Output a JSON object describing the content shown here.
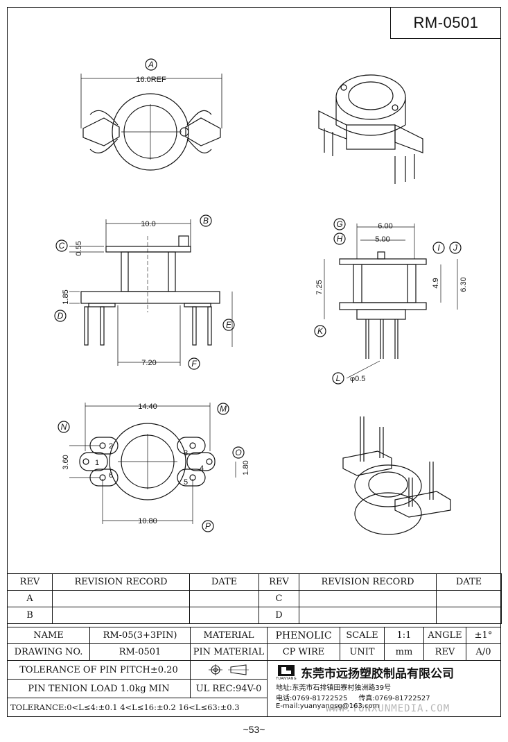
{
  "drawing_title": "RM-0501",
  "page_number": "~53~",
  "watermark": "WWW.YUNXUNMEDIA.COM",
  "callouts": [
    "A",
    "B",
    "C",
    "D",
    "E",
    "F",
    "G",
    "H",
    "I",
    "J",
    "K",
    "L",
    "M",
    "N",
    "O",
    "P"
  ],
  "dimensions": {
    "top_width": "16.0REF",
    "flange_width": "10.0",
    "top_flange_thk": "0.55",
    "base_thk": "1.85",
    "pin_span": "7.20",
    "side_outer": "6.00",
    "side_inner": "5.00",
    "height": "7.25",
    "inner_height": "4.9",
    "overall_height": "6.30",
    "pin_dia": "φ0.5",
    "bottom_width": "14.40",
    "pin_row_pitch": "3.60",
    "pin_offset": "1.80",
    "bottom_inner": "10.80"
  },
  "pin_numbers": [
    "1",
    "2",
    "3",
    "4",
    "5",
    "6"
  ],
  "revision_table": {
    "headers": [
      "REV",
      "REVISION RECORD",
      "DATE",
      "REV",
      "REVISION RECORD",
      "DATE"
    ],
    "rows": [
      [
        "A",
        "",
        "",
        "C",
        "",
        ""
      ],
      [
        "B",
        "",
        "",
        "D",
        "",
        ""
      ]
    ]
  },
  "title_block": {
    "name_label": "NAME",
    "name_value": "RM-05(3+3PIN)",
    "material_label": "MATERIAL",
    "material_value": "PHENOLIC",
    "scale_label": "SCALE",
    "scale_value": "1:1",
    "angle_label": "ANGLE",
    "angle_value": "±1°",
    "drawing_no_label": "DRAWING NO.",
    "drawing_no_value": "RM-0501",
    "pin_material_label": "PIN MATERIAL",
    "pin_material_value": "CP WIRE",
    "unit_label": "UNIT",
    "unit_value": "mm",
    "rev_label": "REV",
    "rev_value": "A/0",
    "tolerance_pitch": "TOLERANCE OF PIN PITCH±0.20",
    "pin_tension": "PIN TENION LOAD 1.0kg MIN",
    "ul_rec": "UL REC:94V-0",
    "tolerance_line": "TOLERANCE:0<L≤4:±0.1  4<L≤16:±0.2  16<L≤63:±0.3",
    "company_name": "东莞市远扬塑胶制品有限公司",
    "company_logo_text": "YUANYANG",
    "address": "地址:东莞市石排镇田寮村独洲路39号",
    "phone": "电话:0769-81722525",
    "fax": "传真:0769-81722527",
    "email": "E-mail:yuanyangsg@163.com"
  }
}
